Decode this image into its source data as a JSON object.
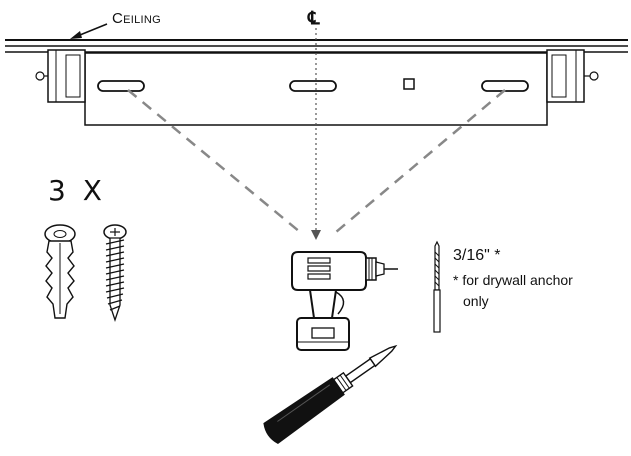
{
  "diagram": {
    "ceiling_label": "Ceiling",
    "centerline_label": "℄",
    "quantity_label": "3 X",
    "drill_bit_size": "3/16\" *",
    "footnote_line1": "* for drywall anchor",
    "footnote_line2": "only"
  },
  "icons": [
    "ceiling",
    "mounting-bracket",
    "screw-slot",
    "drywall-anchor",
    "wood-screw",
    "power-drill",
    "drill-bit",
    "screwdriver"
  ]
}
